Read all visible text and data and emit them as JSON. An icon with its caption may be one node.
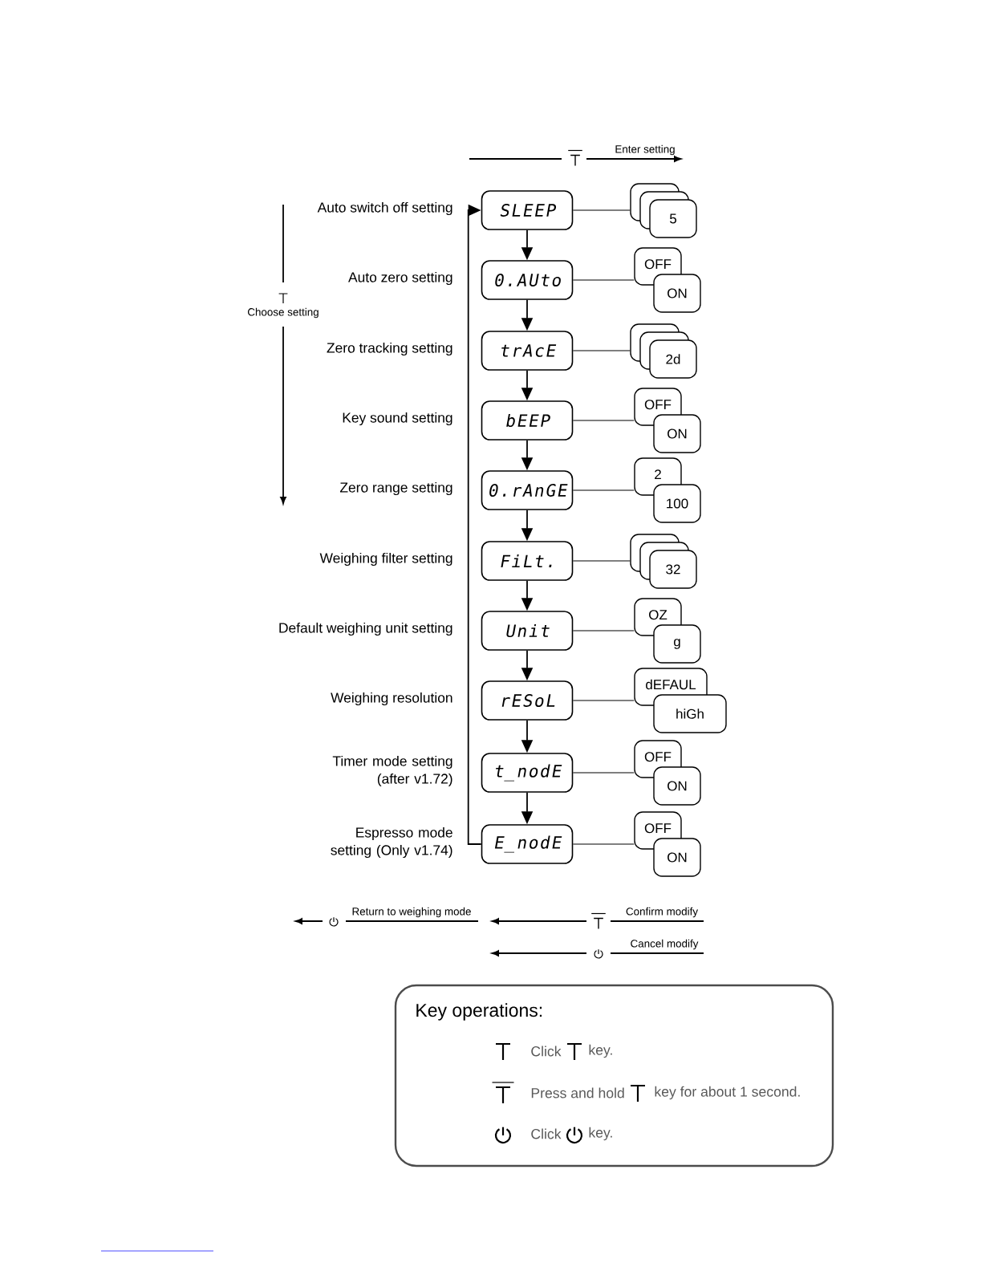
{
  "diagram": {
    "nodes": [
      {
        "text": [
          "SLEEP"
        ],
        "beside": [
          "Auto switch off setting"
        ]
      },
      {
        "text": [
          "0.AUto"
        ],
        "beside": [
          "Auto zero setting"
        ]
      },
      {
        "text": [
          "trAcE"
        ],
        "beside": [
          "Zero tracking setting"
        ]
      },
      {
        "text": [
          "bEEP"
        ],
        "beside": [
          "Key sound setting"
        ]
      },
      {
        "text": [
          "0.rAnGE"
        ],
        "beside": [
          "Zero range setting"
        ]
      },
      {
        "text": [
          "FiLt."
        ],
        "beside": [
          "Weighing filter setting"
        ]
      },
      {
        "text": [
          "Unit"
        ],
        "beside": [
          "Default weighing unit setting"
        ]
      },
      {
        "text": [
          "rESoL"
        ],
        "beside": [
          "Weighing resolution"
        ]
      },
      {
        "text": [
          "t_nodE"
        ],
        "beside": [
          "Timer mode setting (after v1.72)"
        ]
      },
      {
        "text": [
          "E_nodE"
        ],
        "beside": [
          "Espresso mode setting (Only v1.74)"
        ]
      },
      {
        "text": [],
        "shape": "box"
      },
      {
        "text": [],
        "shape": "box"
      },
      {
        "text": [
          "5"
        ]
      },
      {
        "text": [
          "OFF"
        ]
      },
      {
        "text": [
          "ON"
        ]
      },
      {
        "text": [],
        "shape": "box"
      },
      {
        "text": [],
        "shape": "box"
      },
      {
        "text": [
          "2d"
        ]
      },
      {
        "text": [
          "OFF"
        ]
      },
      {
        "text": [
          "ON"
        ]
      },
      {
        "text": [
          "2"
        ]
      },
      {
        "text": [
          "100"
        ]
      },
      {
        "text": [],
        "shape": "box"
      },
      {
        "text": [],
        "shape": "box"
      },
      {
        "text": [
          "32"
        ]
      },
      {
        "text": [
          "OZ"
        ]
      },
      {
        "text": [
          "g"
        ]
      },
      {
        "text": [
          "dEFAUL"
        ]
      },
      {
        "text": [
          "hiGh"
        ]
      },
      {
        "text": [
          "OFF"
        ]
      },
      {
        "text": [
          "ON"
        ]
      },
      {
        "text": [
          "OFF"
        ]
      },
      {
        "text": [
          "ON"
        ]
      },
      {
        "text": [
          "Key operations:",
          "Click",
          "key.",
          "Press and hold",
          "key for about 1 second.",
          "Click",
          "key."
        ]
      }
    ],
    "edges": [
      {
        "from": 0,
        "to": 1,
        "arrow": "to"
      },
      {
        "from": 1,
        "to": 2,
        "arrow": "to"
      },
      {
        "from": 2,
        "to": 3,
        "arrow": "to"
      },
      {
        "from": 3,
        "to": 4,
        "arrow": "to"
      },
      {
        "from": 4,
        "to": 5,
        "arrow": "to"
      },
      {
        "from": 5,
        "to": 6,
        "arrow": "to"
      },
      {
        "from": 6,
        "to": 7,
        "arrow": "to"
      },
      {
        "from": 7,
        "to": 8,
        "arrow": "to"
      },
      {
        "from": 8,
        "to": 9,
        "arrow": "to"
      },
      {
        "from": 9,
        "to": 0,
        "arrow": "to"
      },
      {
        "from": 0,
        "to": 10,
        "arrow": "none"
      },
      {
        "from": 1,
        "to": 13,
        "arrow": "none"
      },
      {
        "from": 2,
        "to": 15,
        "arrow": "none"
      },
      {
        "from": 3,
        "to": 18,
        "arrow": "none"
      },
      {
        "from": 4,
        "to": 20,
        "arrow": "none"
      },
      {
        "from": 5,
        "to": 22,
        "arrow": "none"
      },
      {
        "from": 6,
        "to": 25,
        "arrow": "none"
      },
      {
        "from": 7,
        "to": 27,
        "arrow": "none"
      },
      {
        "from": 8,
        "to": 29,
        "arrow": "none"
      },
      {
        "from": 9,
        "to": 31,
        "arrow": "none"
      }
    ],
    "labels": [
      "Enter setting",
      "Choose setting",
      "Return to weighing mode",
      "Confirm modify",
      "Cancel modify"
    ]
  }
}
